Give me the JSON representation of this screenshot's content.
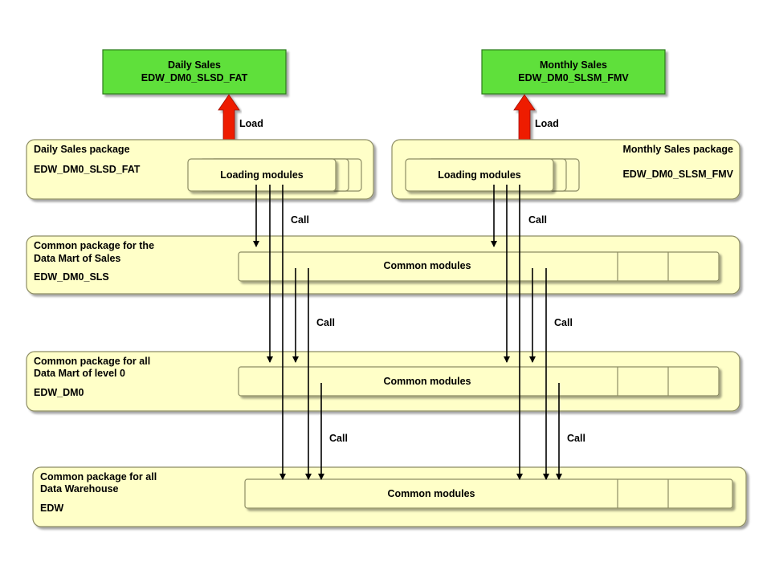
{
  "colors": {
    "package_fill": "#ffffc8",
    "package_stroke": "#8c8c64",
    "target_fill": "#5ee03a",
    "target_stroke": "#2e7a1e",
    "load_arrow": "#ee1c00",
    "call_arrow": "#000000"
  },
  "targets": {
    "daily": {
      "line1": "Daily Sales",
      "line2": "EDW_DM0_SLSD_FAT"
    },
    "monthly": {
      "line1": "Monthly Sales",
      "line2": "EDW_DM0_SLSM_FMV"
    }
  },
  "arrows": {
    "load_label": "Load",
    "call_label": "Call"
  },
  "packages": {
    "daily": {
      "title": "Daily Sales package",
      "code": "EDW_DM0_SLSD_FAT",
      "modules": "Loading modules"
    },
    "monthly": {
      "title": "Monthly Sales package",
      "code": "EDW_DM0_SLSM_FMV",
      "modules": "Loading modules"
    },
    "sales": {
      "title_line1": "Common package for the",
      "title_line2": "Data Mart of Sales",
      "code": "EDW_DM0_SLS",
      "modules": "Common modules"
    },
    "dm0": {
      "title_line1": "Common package for all",
      "title_line2": "Data Mart of level 0",
      "code": "EDW_DM0",
      "modules": "Common modules"
    },
    "edw": {
      "title_line1": "Common package for all",
      "title_line2": "Data Warehouse",
      "code": "EDW",
      "modules": "Common modules"
    }
  }
}
